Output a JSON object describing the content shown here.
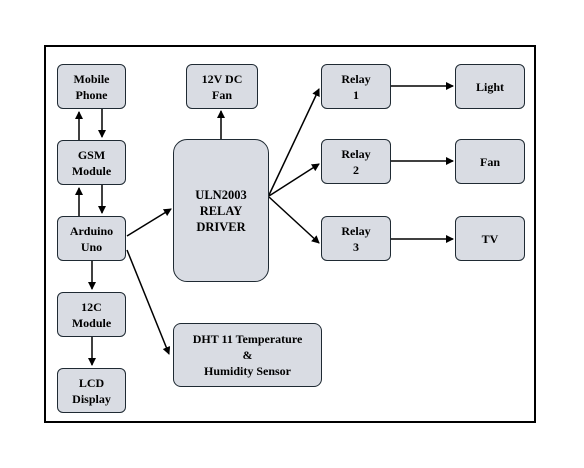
{
  "blocks": {
    "mobile_phone": "Mobile\nPhone",
    "gsm_module": "GSM\nModule",
    "arduino_uno": "Arduino\nUno",
    "i2c_module": "12C\nModule",
    "lcd_display": "LCD\nDisplay",
    "fan_12v": "12V DC\nFan",
    "relay_driver": "ULN2003\nRELAY\nDRIVER",
    "dht_sensor": "DHT 11 Temperature\n&\nHumidity Sensor",
    "relay_1": "Relay\n1",
    "relay_2": "Relay\n2",
    "relay_3": "Relay\n3",
    "light": "Light",
    "fan": "Fan",
    "tv": "TV"
  },
  "colors": {
    "box_fill": "#d9dce3",
    "box_border": "#1f2a33",
    "line": "#000000"
  }
}
